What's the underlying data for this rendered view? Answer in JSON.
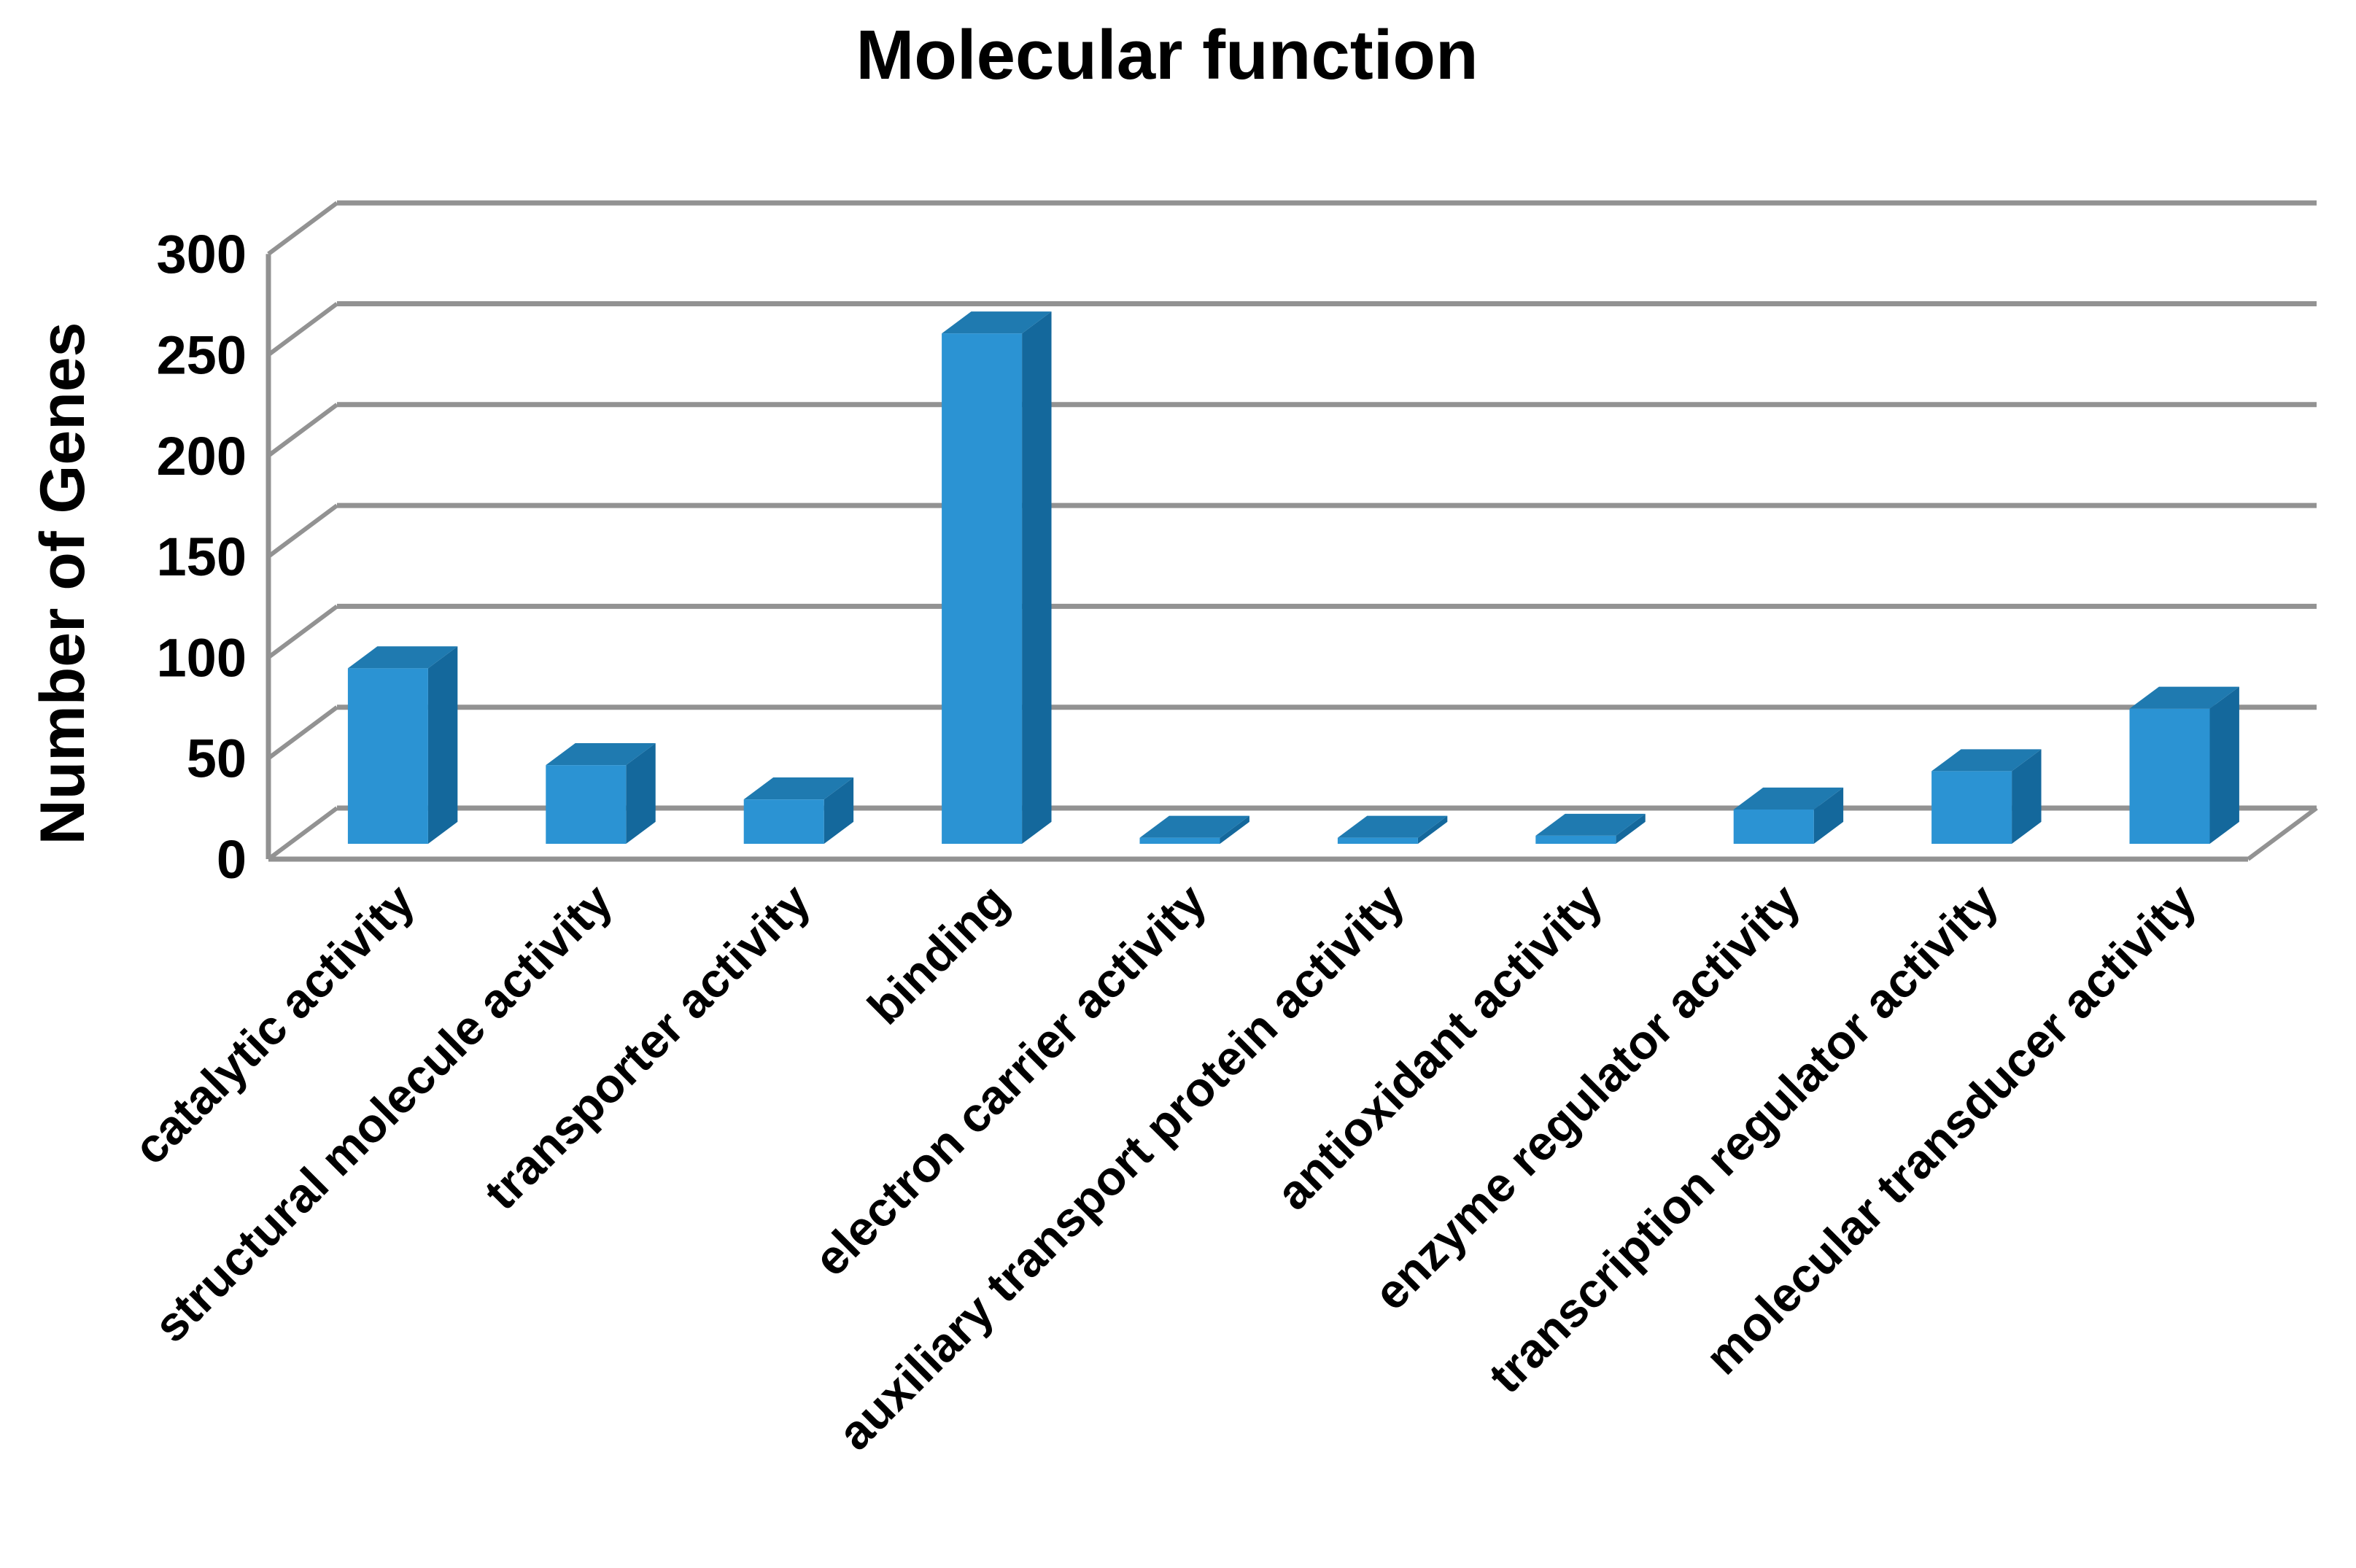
{
  "chart_data": {
    "type": "bar",
    "style": "3d-box",
    "title": "Molecular function",
    "xlabel": "",
    "ylabel": "Number of Genes",
    "categories": [
      "catalytic activity",
      "structural molecule activity",
      "transporter activity",
      "binding",
      "electron carrier activity",
      "auxiliary transport protein activity",
      "antioxidant activity",
      "enzyme regulator activity",
      "transcription regulator activity",
      "molecular transducer activity"
    ],
    "values": [
      87,
      39,
      22,
      253,
      3,
      3,
      4,
      17,
      36,
      67
    ],
    "ylim": [
      0,
      300
    ],
    "yticks": [
      0,
      50,
      100,
      150,
      200,
      250,
      300
    ],
    "grid": true,
    "legend": "none",
    "colors": {
      "bar_front": "#2B93D3",
      "bar_top": "#1F7AB0",
      "bar_side": "#14689C",
      "gridline": "#929292",
      "text": "#000000",
      "background": "#FFFFFF"
    }
  }
}
